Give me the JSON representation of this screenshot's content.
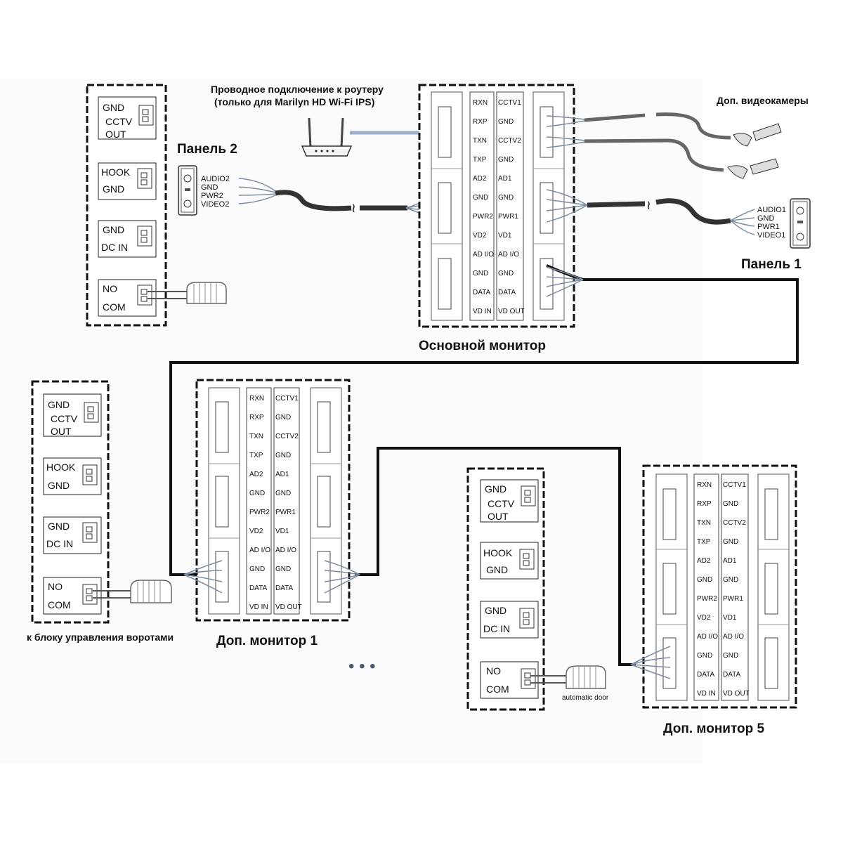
{
  "captions": {
    "router": [
      "Проводное подключение к роутеру",
      "(только для Marilyn HD Wi-Fi IPS)"
    ],
    "cameras": "Доп. видеокамеры",
    "panel2": "Панель 2",
    "panel1": "Панель 1",
    "main_monitor": "Основной монитор",
    "monitor1": "Доп. монитор 1",
    "monitor5": "Доп. монитор 5",
    "gate": "к блоку управления воротами",
    "automatic_door": "automatic door",
    "ellipsis": "• • •"
  },
  "panel2_pins": [
    "AUDIO2",
    "GND",
    "PWR2",
    "VIDEO2"
  ],
  "panel1_pins": [
    "AUDIO1",
    "GND",
    "PWR1",
    "VIDEO1"
  ],
  "aux_blocks": [
    [
      "GND",
      "CCTV",
      "OUT"
    ],
    [
      "HOOK",
      "GND"
    ],
    [
      "GND",
      "DC IN"
    ],
    [
      "NO",
      "COM"
    ]
  ],
  "monitor_labels": {
    "left": [
      "RXN",
      "RXP",
      "TXN",
      "TXP",
      "AD2",
      "GND",
      "PWR2",
      "VD2",
      "AD I/O",
      "GND",
      "DATA",
      "VD IN"
    ],
    "right": [
      "CCTV1",
      "GND",
      "CCTV2",
      "GND",
      "AD1",
      "GND",
      "PWR1",
      "VD1",
      "AD I/O",
      "GND",
      "DATA",
      "VD OUT"
    ]
  }
}
